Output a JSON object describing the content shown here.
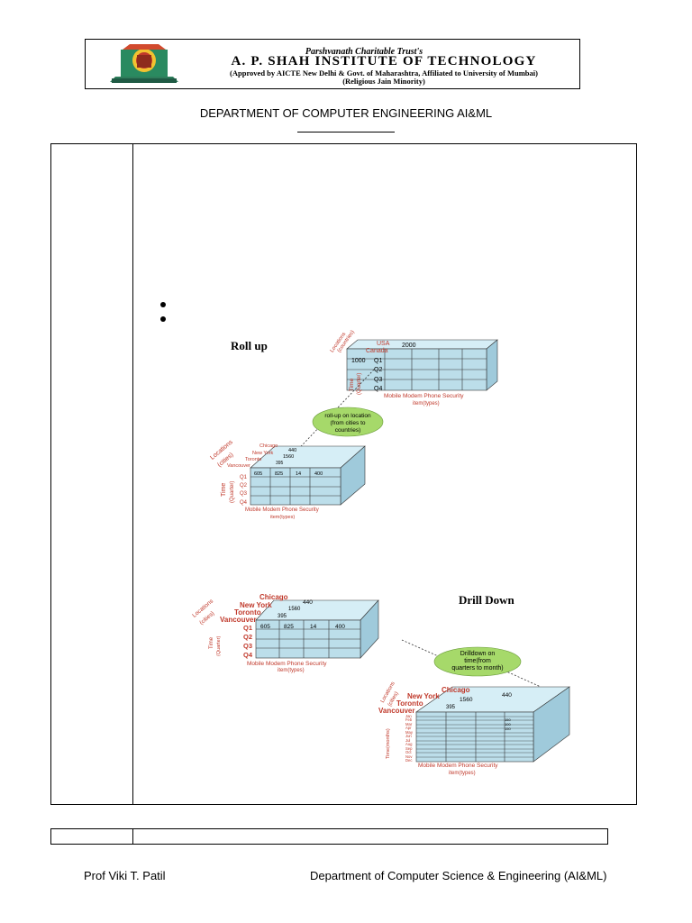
{
  "header": {
    "trust_name": "Parshvanath Charitable Trust's",
    "institute_name": "A. P. SHAH INSTITUTE OF TECHNOLOGY",
    "approval": "(Approved by AICTE New Delhi & Govt. of Maharashtra, Affiliated to University of Mumbai)",
    "minority": "(Religious Jain Minority)"
  },
  "department_title": "DEPARTMENT OF COMPUTER ENGINEERING AI&ML",
  "rollup_figure": {
    "title": "Roll up",
    "oval_label": [
      "roll-up on location",
      "(from cities to",
      "countries)"
    ],
    "top_cube": {
      "locations_label": [
        "Locations",
        "(countries)"
      ],
      "locations": [
        "USA",
        "Canada"
      ],
      "top_value": "2000",
      "front_value": "1000",
      "time_label": [
        "Time",
        "(Quarter)"
      ],
      "quarters": [
        "Q1",
        "Q2",
        "Q3",
        "Q4"
      ],
      "items_label": "Mobile  Modem  Phone  Security",
      "items_sub": "item(types)"
    },
    "bottom_cube": {
      "locations_label": [
        "Locations",
        "(cities)"
      ],
      "cities": [
        "Chicago",
        "New York",
        "Toronto",
        "Vancouver"
      ],
      "top_values": [
        "440",
        "1560",
        "395"
      ],
      "front_values": [
        "605",
        "825",
        "14",
        "400"
      ],
      "time_label": [
        "Time",
        "(Quarter)"
      ],
      "quarters": [
        "Q1",
        "Q2",
        "Q3",
        "Q4"
      ],
      "items_label": "Mobile  Modem  Phone  Security",
      "items_sub": "item(types)"
    }
  },
  "drilldown_figure": {
    "title": "Drill Down",
    "oval_label": [
      "Drilldown on",
      "time(from",
      "quarters to month)"
    ],
    "top_cube": {
      "locations_label": [
        "Locations",
        "(cities)"
      ],
      "cities": [
        "Chicago",
        "New York",
        "Toronto",
        "Vancouver"
      ],
      "top_values": [
        "440",
        "1560",
        "395"
      ],
      "front_values": [
        "605",
        "825",
        "14",
        "400"
      ],
      "time_label": [
        "Time",
        "(Quarter)"
      ],
      "quarters": [
        "Q1",
        "Q2",
        "Q3",
        "Q4"
      ],
      "items_label": "Mobile  Modem  Phone  Security",
      "items_sub": "item(types)"
    },
    "bottom_cube": {
      "locations_label": [
        "Locations",
        "(cities)"
      ],
      "cities": [
        "Chicago",
        "New York",
        "Toronto",
        "Vancouver"
      ],
      "top_values": [
        "440",
        "1560",
        "395"
      ],
      "front_values": [
        "150",
        "100",
        "150"
      ],
      "time_label": "Time(months)",
      "months": [
        "Jan",
        "Feb",
        "Mar",
        "Apr",
        "May",
        "Jun",
        "Jul",
        "Aug",
        "Sep",
        "Oct",
        "Nov",
        "Dec"
      ],
      "items_label": "Mobile  Modem  Phone  Security",
      "items_sub": "item(types)"
    }
  },
  "footer": {
    "author": "Prof Viki T. Patil",
    "department": "Department of Computer Science & Engineering (AI&ML)"
  },
  "colors": {
    "cube_fill": "#bcdeea",
    "cube_side": "#9fcadb",
    "cube_top": "#d6eef6",
    "label_red": "#c0392b",
    "oval_green": "#a6d96a"
  }
}
